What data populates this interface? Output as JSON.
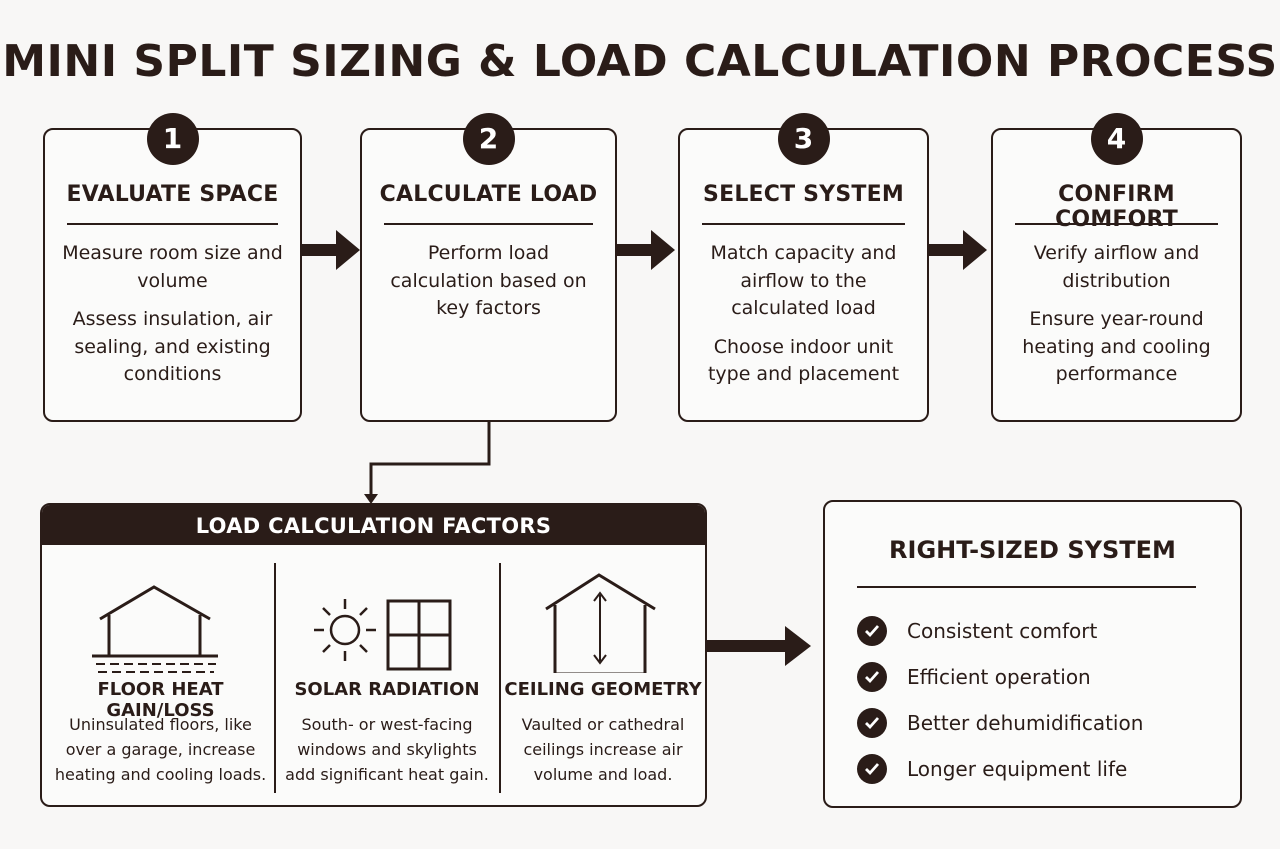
{
  "title": "MINI SPLIT SIZING & LOAD CALCULATION PROCESS",
  "steps": [
    {
      "number": "1",
      "heading": "EVALUATE SPACE",
      "body": [
        "Measure room size and volume",
        "Assess insulation, air sealing, and existing conditions"
      ]
    },
    {
      "number": "2",
      "heading": "CALCULATE LOAD",
      "body": [
        "Perform load calculation based on key factors"
      ]
    },
    {
      "number": "3",
      "heading": "SELECT SYSTEM",
      "body": [
        "Match capacity and airflow to the calculated load",
        "Choose indoor unit type and placement"
      ]
    },
    {
      "number": "4",
      "heading": "CONFIRM COMFORT",
      "body": [
        "Verify airflow and distribution",
        "Ensure year-round heating and cooling performance"
      ]
    }
  ],
  "factors": {
    "heading": "LOAD CALCULATION FACTORS",
    "items": [
      {
        "icon": "house-floor-icon",
        "title": "FLOOR HEAT GAIN/LOSS",
        "description": "Uninsulated floors, like over a garage, increase heating and cooling loads."
      },
      {
        "icon": "sun-window-icon",
        "title": "SOLAR RADIATION",
        "description": "South- or west-facing windows and skylights add significant heat gain."
      },
      {
        "icon": "vaulted-ceiling-icon",
        "title": "CEILING GEOMETRY",
        "description": "Vaulted or cathedral ceilings increase air volume and load."
      }
    ]
  },
  "result": {
    "heading": "RIGHT-SIZED SYSTEM",
    "items": [
      "Consistent comfort",
      "Efficient operation",
      "Better dehumidification",
      "Longer equipment life"
    ]
  },
  "colors": {
    "ink": "#2a1c18",
    "background": "#f8f7f6"
  }
}
